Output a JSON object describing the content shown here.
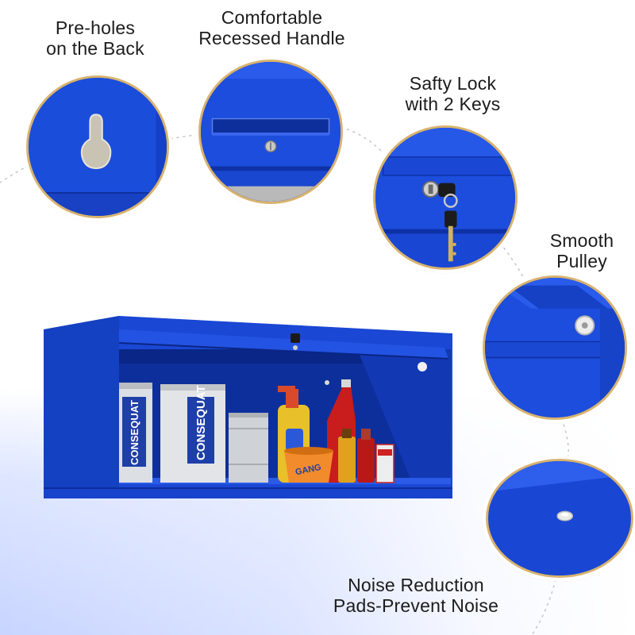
{
  "features": {
    "preholes": {
      "line1": "Pre-holes",
      "line2": "on the Back",
      "icon": "keyhole-slot-icon"
    },
    "handle": {
      "line1": "Comfortable",
      "line2": "Recessed Handle",
      "icon": "recessed-handle-icon"
    },
    "lock": {
      "line1": "Safty Lock",
      "line2": "with 2 Keys",
      "icon": "lock-and-keys-icon"
    },
    "pulley": {
      "line1": "Smooth",
      "line2": "Pulley",
      "icon": "pulley-wheel-icon"
    },
    "pads": {
      "line1": "Noise Reduction",
      "line2": "Pads-Prevent Noise",
      "icon": "rubber-pad-icon"
    }
  },
  "product": {
    "can_brand": "CONSEQUAT",
    "bucket_brand": "GANG"
  },
  "colors": {
    "cabinet_blue": "#1a49d6",
    "cabinet_dark": "#0f31a8",
    "ring_gold": "#d8b36e",
    "text": "#1c1c1c"
  }
}
